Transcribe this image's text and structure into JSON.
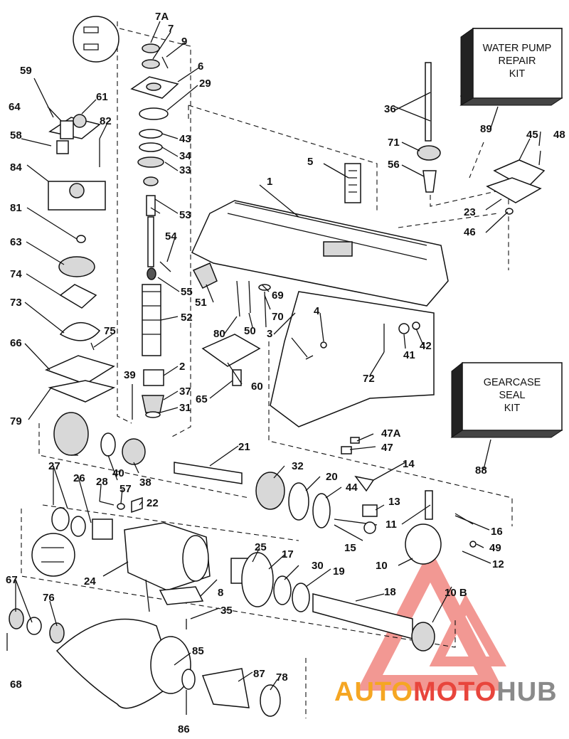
{
  "kits": {
    "water_pump": [
      "WATER PUMP",
      "REPAIR",
      "KIT"
    ],
    "gearcase": [
      "GEARCASE",
      "SEAL",
      "KIT"
    ]
  },
  "callouts": [
    "1",
    "2",
    "3",
    "4",
    "5",
    "6",
    "7",
    "7A",
    "8",
    "9",
    "10",
    "10 B",
    "11",
    "12",
    "13",
    "14",
    "15",
    "16",
    "17",
    "18",
    "19",
    "20",
    "21",
    "22",
    "23",
    "24",
    "25",
    "26",
    "27",
    "28",
    "29",
    "30",
    "31",
    "32",
    "33",
    "34",
    "35",
    "36",
    "37",
    "38",
    "39",
    "40",
    "41",
    "42",
    "43",
    "44",
    "45",
    "46",
    "47",
    "47A",
    "48",
    "49",
    "50",
    "51",
    "52",
    "53",
    "54",
    "55",
    "56",
    "57",
    "58",
    "59",
    "60",
    "61",
    "63",
    "64",
    "65",
    "66",
    "67",
    "68",
    "69",
    "70",
    "71",
    "72",
    "73",
    "74",
    "75",
    "76",
    "78",
    "79",
    "80",
    "81",
    "82",
    "84",
    "85",
    "86",
    "87",
    "88",
    "89"
  ],
  "watermark": {
    "part1": "AUTO",
    "part2": "MOTO",
    "part3": "HUB"
  },
  "colors": {
    "ink": "#111111",
    "wm_orange": "#f5a623",
    "wm_red": "#e8453c",
    "wm_grey": "#8a8a8a"
  }
}
